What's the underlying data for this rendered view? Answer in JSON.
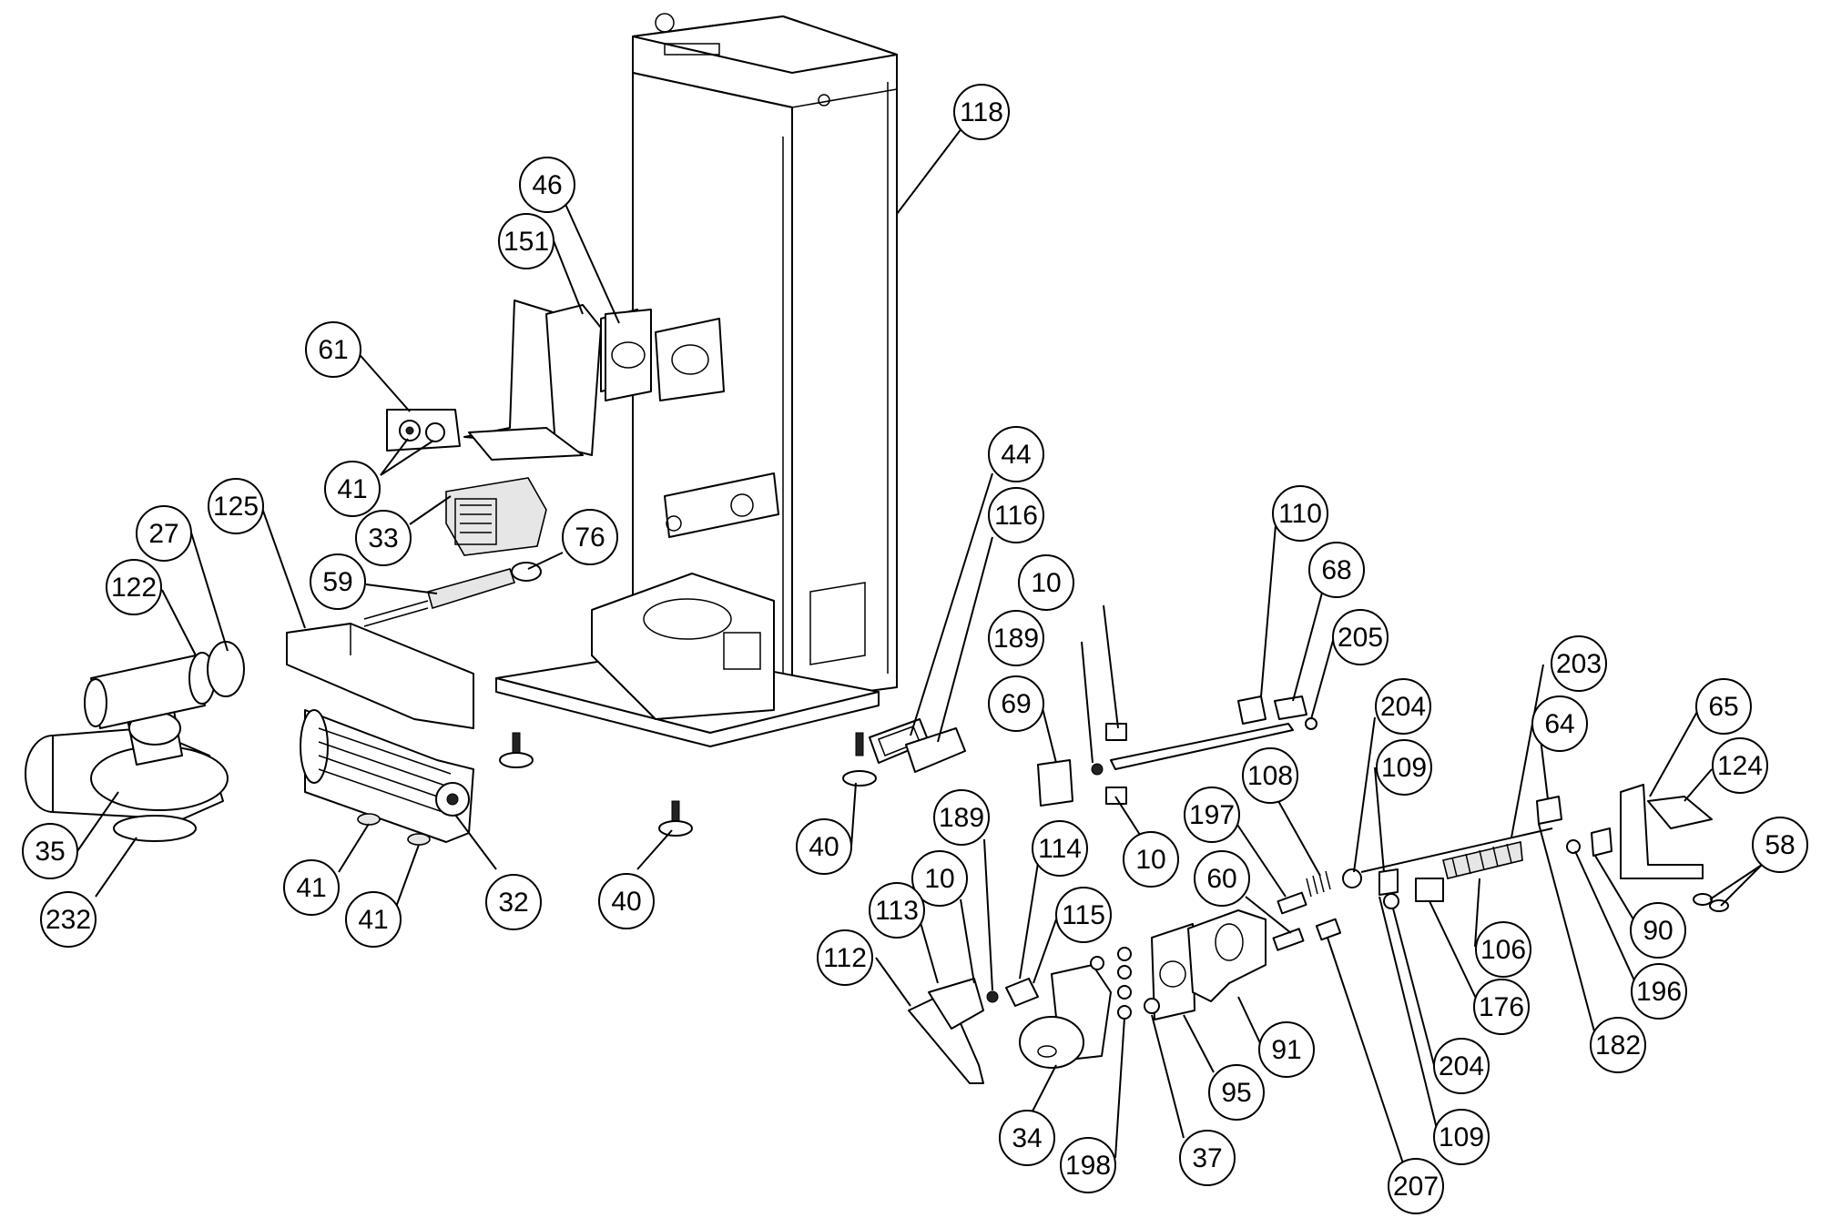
{
  "diagram": {
    "labels": [
      {
        "id": "118",
        "text": "118"
      },
      {
        "id": "46",
        "text": "46"
      },
      {
        "id": "151",
        "text": "151"
      },
      {
        "id": "61",
        "text": "61"
      },
      {
        "id": "41a",
        "text": "41"
      },
      {
        "id": "33",
        "text": "33"
      },
      {
        "id": "125",
        "text": "125"
      },
      {
        "id": "27",
        "text": "27"
      },
      {
        "id": "122",
        "text": "122"
      },
      {
        "id": "76",
        "text": "76"
      },
      {
        "id": "59",
        "text": "59"
      },
      {
        "id": "44",
        "text": "44"
      },
      {
        "id": "116",
        "text": "116"
      },
      {
        "id": "110",
        "text": "110"
      },
      {
        "id": "10a",
        "text": "10"
      },
      {
        "id": "68",
        "text": "68"
      },
      {
        "id": "189a",
        "text": "189"
      },
      {
        "id": "205",
        "text": "205"
      },
      {
        "id": "69",
        "text": "69"
      },
      {
        "id": "203",
        "text": "203"
      },
      {
        "id": "204a",
        "text": "204"
      },
      {
        "id": "65",
        "text": "65"
      },
      {
        "id": "64",
        "text": "64"
      },
      {
        "id": "108",
        "text": "108"
      },
      {
        "id": "109a",
        "text": "109"
      },
      {
        "id": "124",
        "text": "124"
      },
      {
        "id": "35",
        "text": "35"
      },
      {
        "id": "40a",
        "text": "40"
      },
      {
        "id": "10b",
        "text": "10"
      },
      {
        "id": "197",
        "text": "197"
      },
      {
        "id": "58",
        "text": "58"
      },
      {
        "id": "189b",
        "text": "189"
      },
      {
        "id": "114",
        "text": "114"
      },
      {
        "id": "60",
        "text": "60"
      },
      {
        "id": "10c",
        "text": "10"
      },
      {
        "id": "41b",
        "text": "41"
      },
      {
        "id": "32",
        "text": "32"
      },
      {
        "id": "40b",
        "text": "40"
      },
      {
        "id": "113",
        "text": "113"
      },
      {
        "id": "232",
        "text": "232"
      },
      {
        "id": "41c",
        "text": "41"
      },
      {
        "id": "90",
        "text": "90"
      },
      {
        "id": "115",
        "text": "115"
      },
      {
        "id": "106",
        "text": "106"
      },
      {
        "id": "112",
        "text": "112"
      },
      {
        "id": "196",
        "text": "196"
      },
      {
        "id": "176",
        "text": "176"
      },
      {
        "id": "91",
        "text": "91"
      },
      {
        "id": "182",
        "text": "182"
      },
      {
        "id": "204b",
        "text": "204"
      },
      {
        "id": "95",
        "text": "95"
      },
      {
        "id": "34",
        "text": "34"
      },
      {
        "id": "109b",
        "text": "109"
      },
      {
        "id": "37",
        "text": "37"
      },
      {
        "id": "198",
        "text": "198"
      },
      {
        "id": "207",
        "text": "207"
      }
    ]
  }
}
